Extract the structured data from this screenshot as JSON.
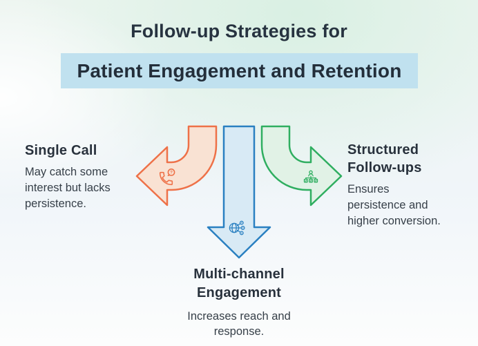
{
  "poster": {
    "title_top": "Follow-up Strategies for",
    "title_highlight": "Patient Engagement and Retention"
  },
  "strategies": [
    {
      "id": "single-call",
      "heading": "Single Call",
      "body": "May catch some interest but lacks persistence.",
      "icon": "phone-question-icon",
      "arrow_direction": "curved-left",
      "stroke_color": "#ee7148",
      "fill_color": "#f9e2d3"
    },
    {
      "id": "multi-channel-engagement",
      "heading": "Multi-channel Engagement",
      "body": "Increases reach and response.",
      "icon": "globe-network-icon",
      "arrow_direction": "straight-down",
      "stroke_color": "#2a80c1",
      "fill_color": "#d8eaf5"
    },
    {
      "id": "structured-follow-ups",
      "heading": "Structured Follow-ups",
      "body": "Ensures persistence and higher conversion.",
      "icon": "org-chart-icon",
      "arrow_direction": "curved-right",
      "stroke_color": "#2fae60",
      "fill_color": "#e1f2e6"
    }
  ],
  "icon_glyphs": {
    "question_mark": "?"
  },
  "colors": {
    "band_background": "#c0e1ef",
    "heading_text": "#28313c",
    "body_text": "#363f48",
    "background_mint": "#d9f0e3"
  }
}
